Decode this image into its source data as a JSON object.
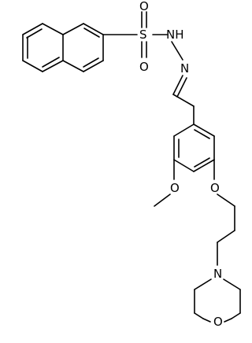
{
  "molecule": {
    "atoms": {
      "sulfur": "S",
      "sulfonyl_oxygen_top": "O",
      "sulfonyl_oxygen_bottom": "O",
      "hydrazone_nh": "NH",
      "hydrazone_n": "N",
      "methoxy_oxygen": "O",
      "ether_oxygen": "O",
      "morpholine_nitrogen": "N",
      "morpholine_oxygen": "O"
    }
  }
}
